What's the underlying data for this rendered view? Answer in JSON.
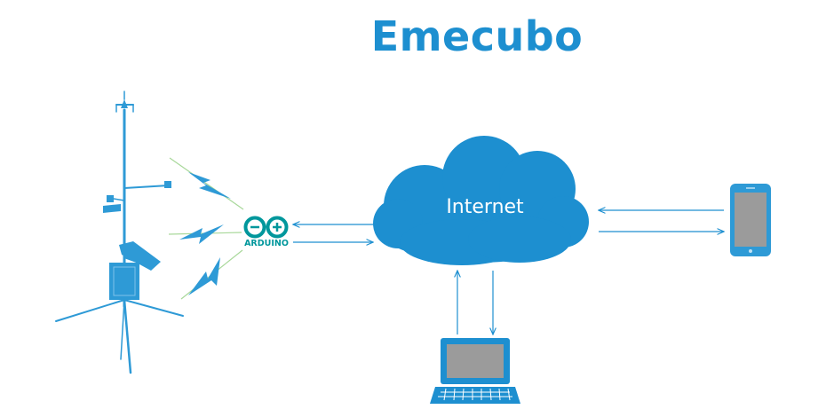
{
  "title": "Emecubo",
  "cloud": {
    "label": "Internet"
  },
  "arduino": {
    "label": "ARDUINO"
  },
  "colors": {
    "brand_blue": "#1d8fd0",
    "station_blue": "#2e9ad6",
    "arduino_teal": "#00979c",
    "signal_green": "#a8d89a",
    "screen_gray": "#9b9b9b"
  },
  "icons": {
    "station": "weather-station-icon",
    "arduino": "arduino-logo-icon",
    "cloud": "cloud-icon",
    "phone": "smartphone-icon",
    "laptop": "laptop-icon",
    "signal": "wireless-signal-icon"
  }
}
